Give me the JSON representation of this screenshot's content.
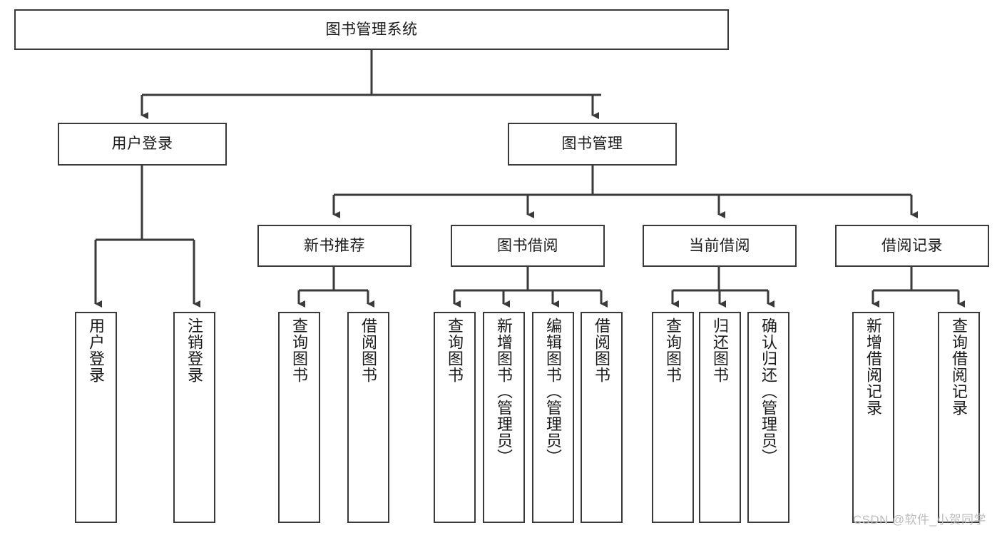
{
  "diagram": {
    "type": "tree",
    "title": "图书管理系统",
    "root": {
      "id": "root",
      "label": "图书管理系统"
    },
    "level2": [
      {
        "id": "user-login",
        "label": "用户登录"
      },
      {
        "id": "book-mgmt",
        "label": "图书管理"
      }
    ],
    "level3": [
      {
        "id": "new-book-rec",
        "label": "新书推荐",
        "parent": "book-mgmt"
      },
      {
        "id": "book-borrow",
        "label": "图书借阅",
        "parent": "book-mgmt"
      },
      {
        "id": "current-borrow",
        "label": "当前借阅",
        "parent": "book-mgmt"
      },
      {
        "id": "borrow-record",
        "label": "借阅记录",
        "parent": "book-mgmt"
      }
    ],
    "leaves": [
      {
        "id": "leaf-user-login",
        "label": "用户登录",
        "parent": "user-login"
      },
      {
        "id": "leaf-logout",
        "label": "注销登录",
        "parent": "user-login"
      },
      {
        "id": "leaf-query-book-1",
        "label": "查询图书",
        "parent": "new-book-rec"
      },
      {
        "id": "leaf-borrow-book-1",
        "label": "借阅图书",
        "parent": "new-book-rec"
      },
      {
        "id": "leaf-query-book-2",
        "label": "查询图书",
        "parent": "book-borrow"
      },
      {
        "id": "leaf-add-book",
        "label": "新增图书（管理员）",
        "parent": "book-borrow"
      },
      {
        "id": "leaf-edit-book",
        "label": "编辑图书（管理员）",
        "parent": "book-borrow"
      },
      {
        "id": "leaf-borrow-book-2",
        "label": "借阅图书",
        "parent": "book-borrow"
      },
      {
        "id": "leaf-query-book-3",
        "label": "查询图书",
        "parent": "current-borrow"
      },
      {
        "id": "leaf-return-book",
        "label": "归还图书",
        "parent": "current-borrow"
      },
      {
        "id": "leaf-confirm-return",
        "label": "确认归还（管理员）",
        "parent": "current-borrow"
      },
      {
        "id": "leaf-add-record",
        "label": "新增借阅记录",
        "parent": "borrow-record"
      },
      {
        "id": "leaf-query-record",
        "label": "查询借阅记录",
        "parent": "borrow-record"
      }
    ]
  },
  "watermark": {
    "text": "CSDN @软件_小贺同学"
  },
  "colors": {
    "border": "#3a3a3a",
    "connector": "#3a3a3a",
    "background": "#ffffff",
    "text": "#1a1a1a",
    "watermark": "#bdbdbd"
  }
}
